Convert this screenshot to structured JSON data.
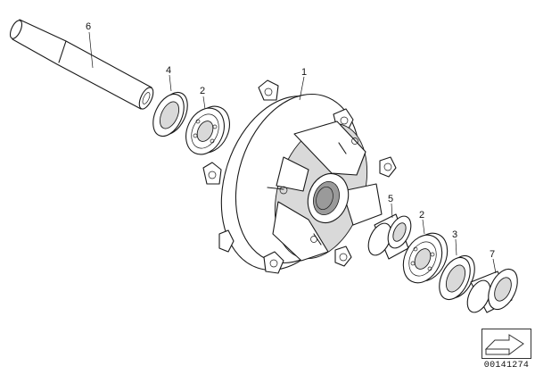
{
  "diagram": {
    "callouts": [
      {
        "id": "part-6-top",
        "label": "6"
      },
      {
        "id": "part-4",
        "label": "4"
      },
      {
        "id": "part-2-left",
        "label": "2"
      },
      {
        "id": "part-1",
        "label": "1"
      },
      {
        "id": "part-5",
        "label": "5"
      },
      {
        "id": "part-2-right",
        "label": "2"
      },
      {
        "id": "part-3",
        "label": "3"
      },
      {
        "id": "part-7",
        "label": "7"
      }
    ],
    "reference_number": "00141274",
    "icons": [
      "corner-arrow-icon"
    ]
  }
}
